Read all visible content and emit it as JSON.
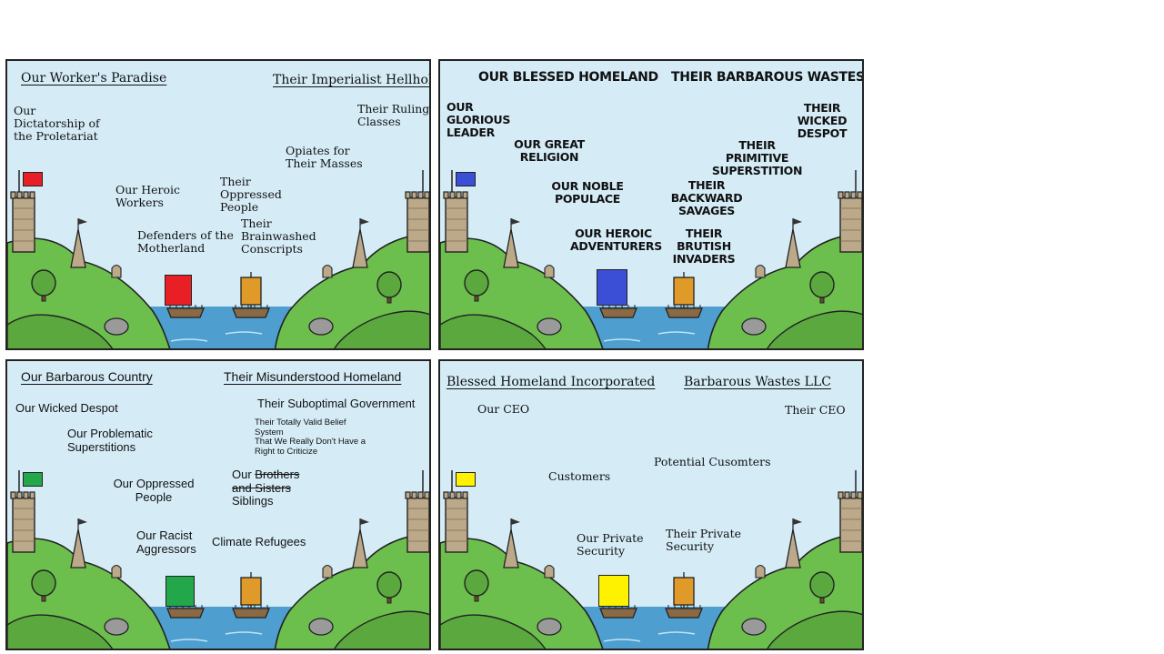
{
  "panels": {
    "p1": {
      "title_left": "Our Worker's Paradise",
      "title_right": "Their Imperialist Hellhole",
      "leader": "Our Dictatorship of the Proletariat",
      "workers": "Our Heroic Workers",
      "defenders": "Defenders of the Motherland",
      "conscripts": "Their Brainwashed Conscripts",
      "oppressed": "Their Oppressed People",
      "opiates": "Opiates for Their Masses",
      "ruling": "Their Ruling Classes",
      "color": "#e82025"
    },
    "p2": {
      "title_left": "OUR BLESSED HOMELAND",
      "title_right": "THEIR BARBAROUS WASTES",
      "leader": "OUR GLORIOUS LEADER",
      "religion": "OUR GREAT RELIGION",
      "populace": "OUR NOBLE POPULACE",
      "adventurers": "OUR HEROIC ADVENTURERS",
      "invaders": "THEIR BRUTISH INVADERS",
      "savages": "THEIR BACKWARD SAVAGES",
      "superstition": "THEIR PRIMITIVE SUPERSTITION",
      "despot": "THEIR WICKED DESPOT",
      "color": "#3a4fd6"
    },
    "p3": {
      "title_left": "Our Barbarous Country",
      "title_right": "Their Misunderstood Homeland",
      "despot": "Our Wicked Despot",
      "superstitions": "Our Problematic Superstitions",
      "oppressed": "Our Oppressed People",
      "aggressors": "Our Racist Aggressors",
      "refugees": "Climate Refugees",
      "our": "Our",
      "brothers": "Brothers",
      "and_sisters": "and Sisters",
      "siblings": "Siblings",
      "belief_1": "Their Totally Valid Belief",
      "belief_2": "System",
      "belief_3": "That We Really Don't Have a",
      "belief_4": "Right to Criticize",
      "government": "Their Suboptimal Government",
      "color": "#22a84a"
    },
    "p4": {
      "title_left": "Blessed Homeland Incorporated",
      "title_right": "Barbarous Wastes LLC",
      "ceo_left": "Our CEO",
      "customers": "Customers",
      "security_left": "Our Private Security",
      "security_right": "Their Private Security",
      "potential": "Potential Cusomters",
      "ceo_right": "Their CEO",
      "color": "#fff200"
    }
  }
}
